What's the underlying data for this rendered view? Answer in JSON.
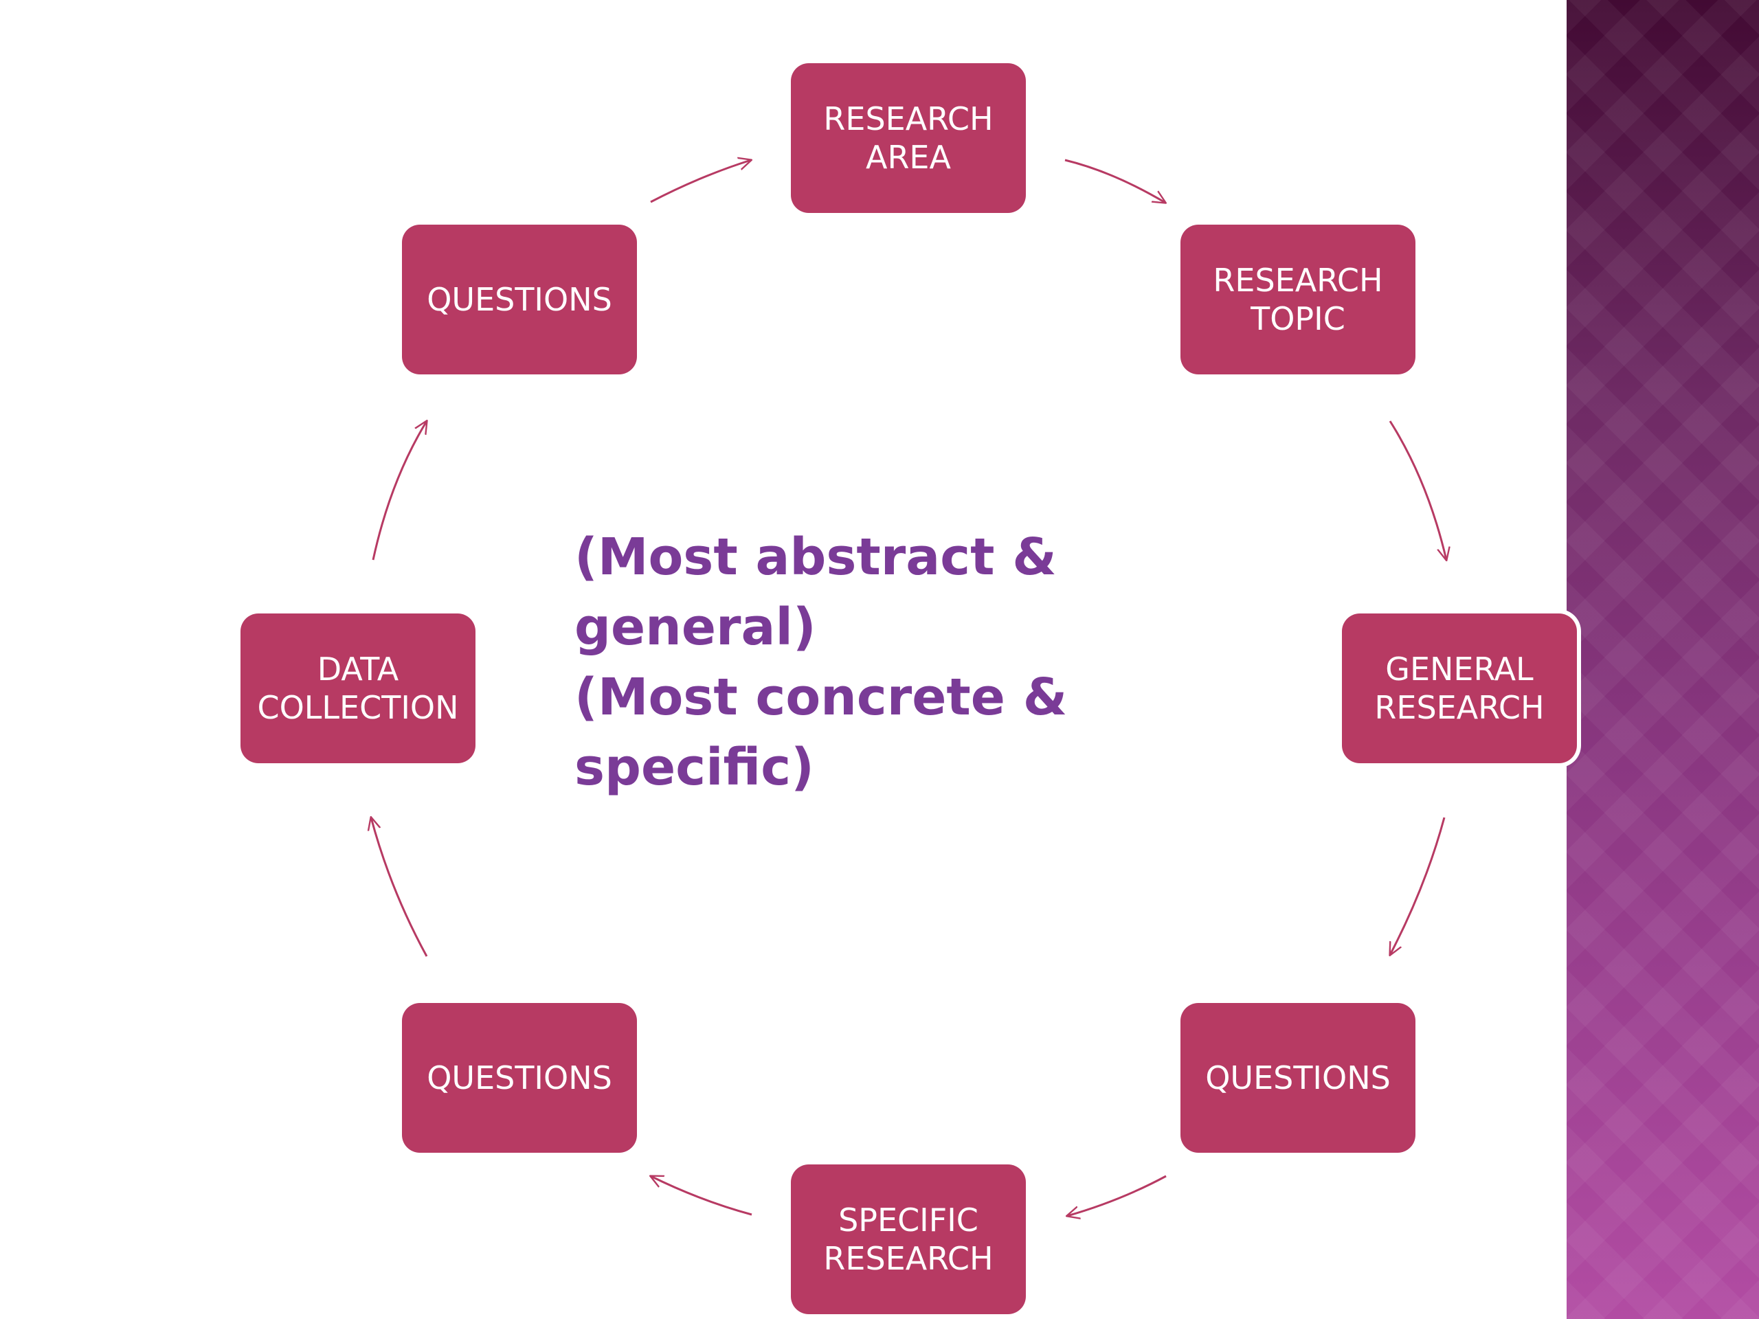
{
  "colors": {
    "node_fill": "#b73a63",
    "node_text": "#ffffff",
    "connector": "#b73a63",
    "center_text": "#7a3b97",
    "side_band_top": "#420a33",
    "side_band_bottom": "#b24ca3"
  },
  "cycle": {
    "direction": "clockwise",
    "nodes": [
      {
        "label": "RESEARCH\nAREA"
      },
      {
        "label": "RESEARCH\nTOPIC"
      },
      {
        "label": "GENERAL\nRESEARCH"
      },
      {
        "label": "QUESTIONS"
      },
      {
        "label": "SPECIFIC\nRESEARCH"
      },
      {
        "label": "QUESTIONS"
      },
      {
        "label": "DATA\nCOLLECTION"
      },
      {
        "label": "QUESTIONS"
      }
    ]
  },
  "center_text": {
    "lines": [
      "(Most abstract &",
      "general)",
      "(Most concrete &",
      "specific)"
    ]
  }
}
